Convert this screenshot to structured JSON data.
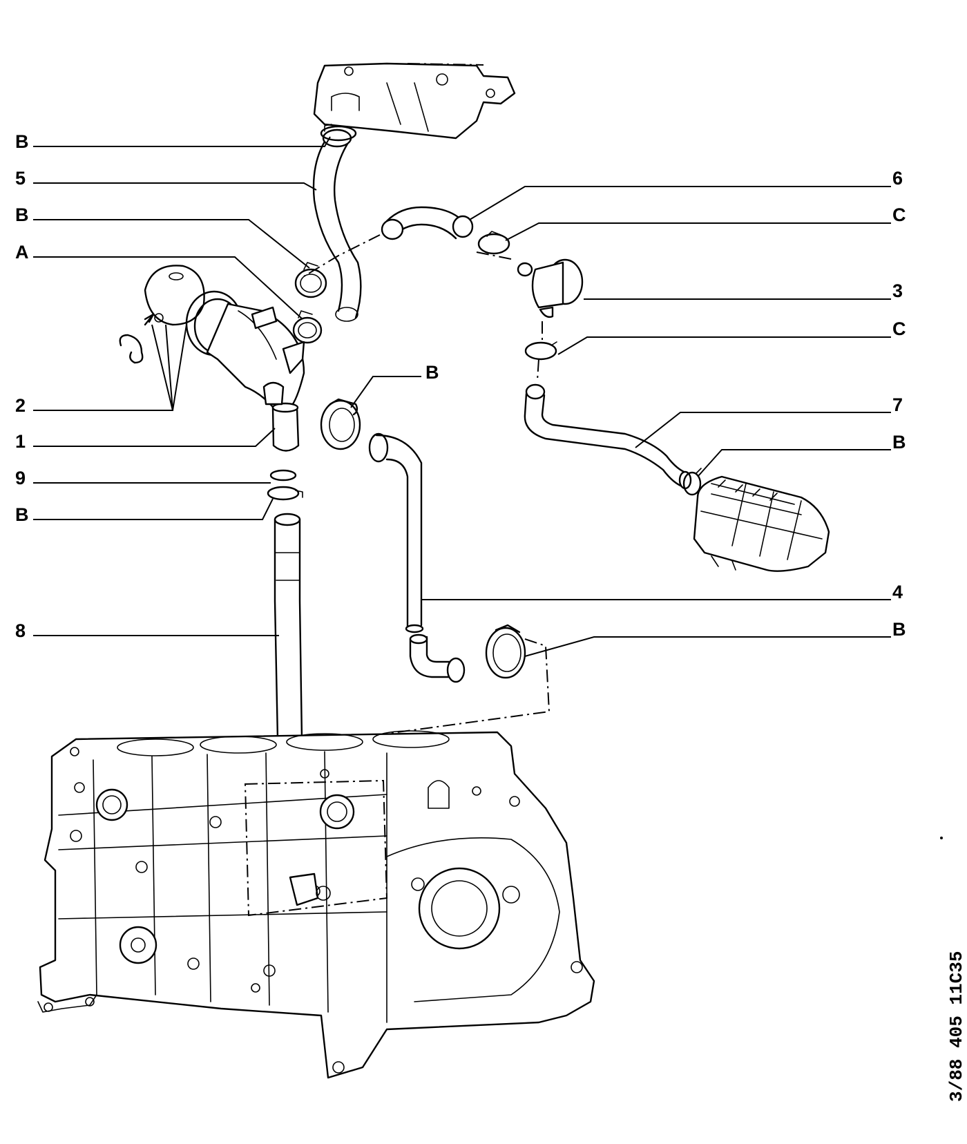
{
  "callouts": {
    "left": [
      "B",
      "5",
      "B",
      "A",
      "2",
      "1",
      "9",
      "B",
      "8"
    ],
    "right": [
      "6",
      "C",
      "3",
      "C",
      "7",
      "B",
      "4",
      "B"
    ],
    "top_middle": "B"
  },
  "reference": "3/88 405 11C35",
  "colors": {
    "ink": "#000000",
    "paper": "#ffffff"
  }
}
